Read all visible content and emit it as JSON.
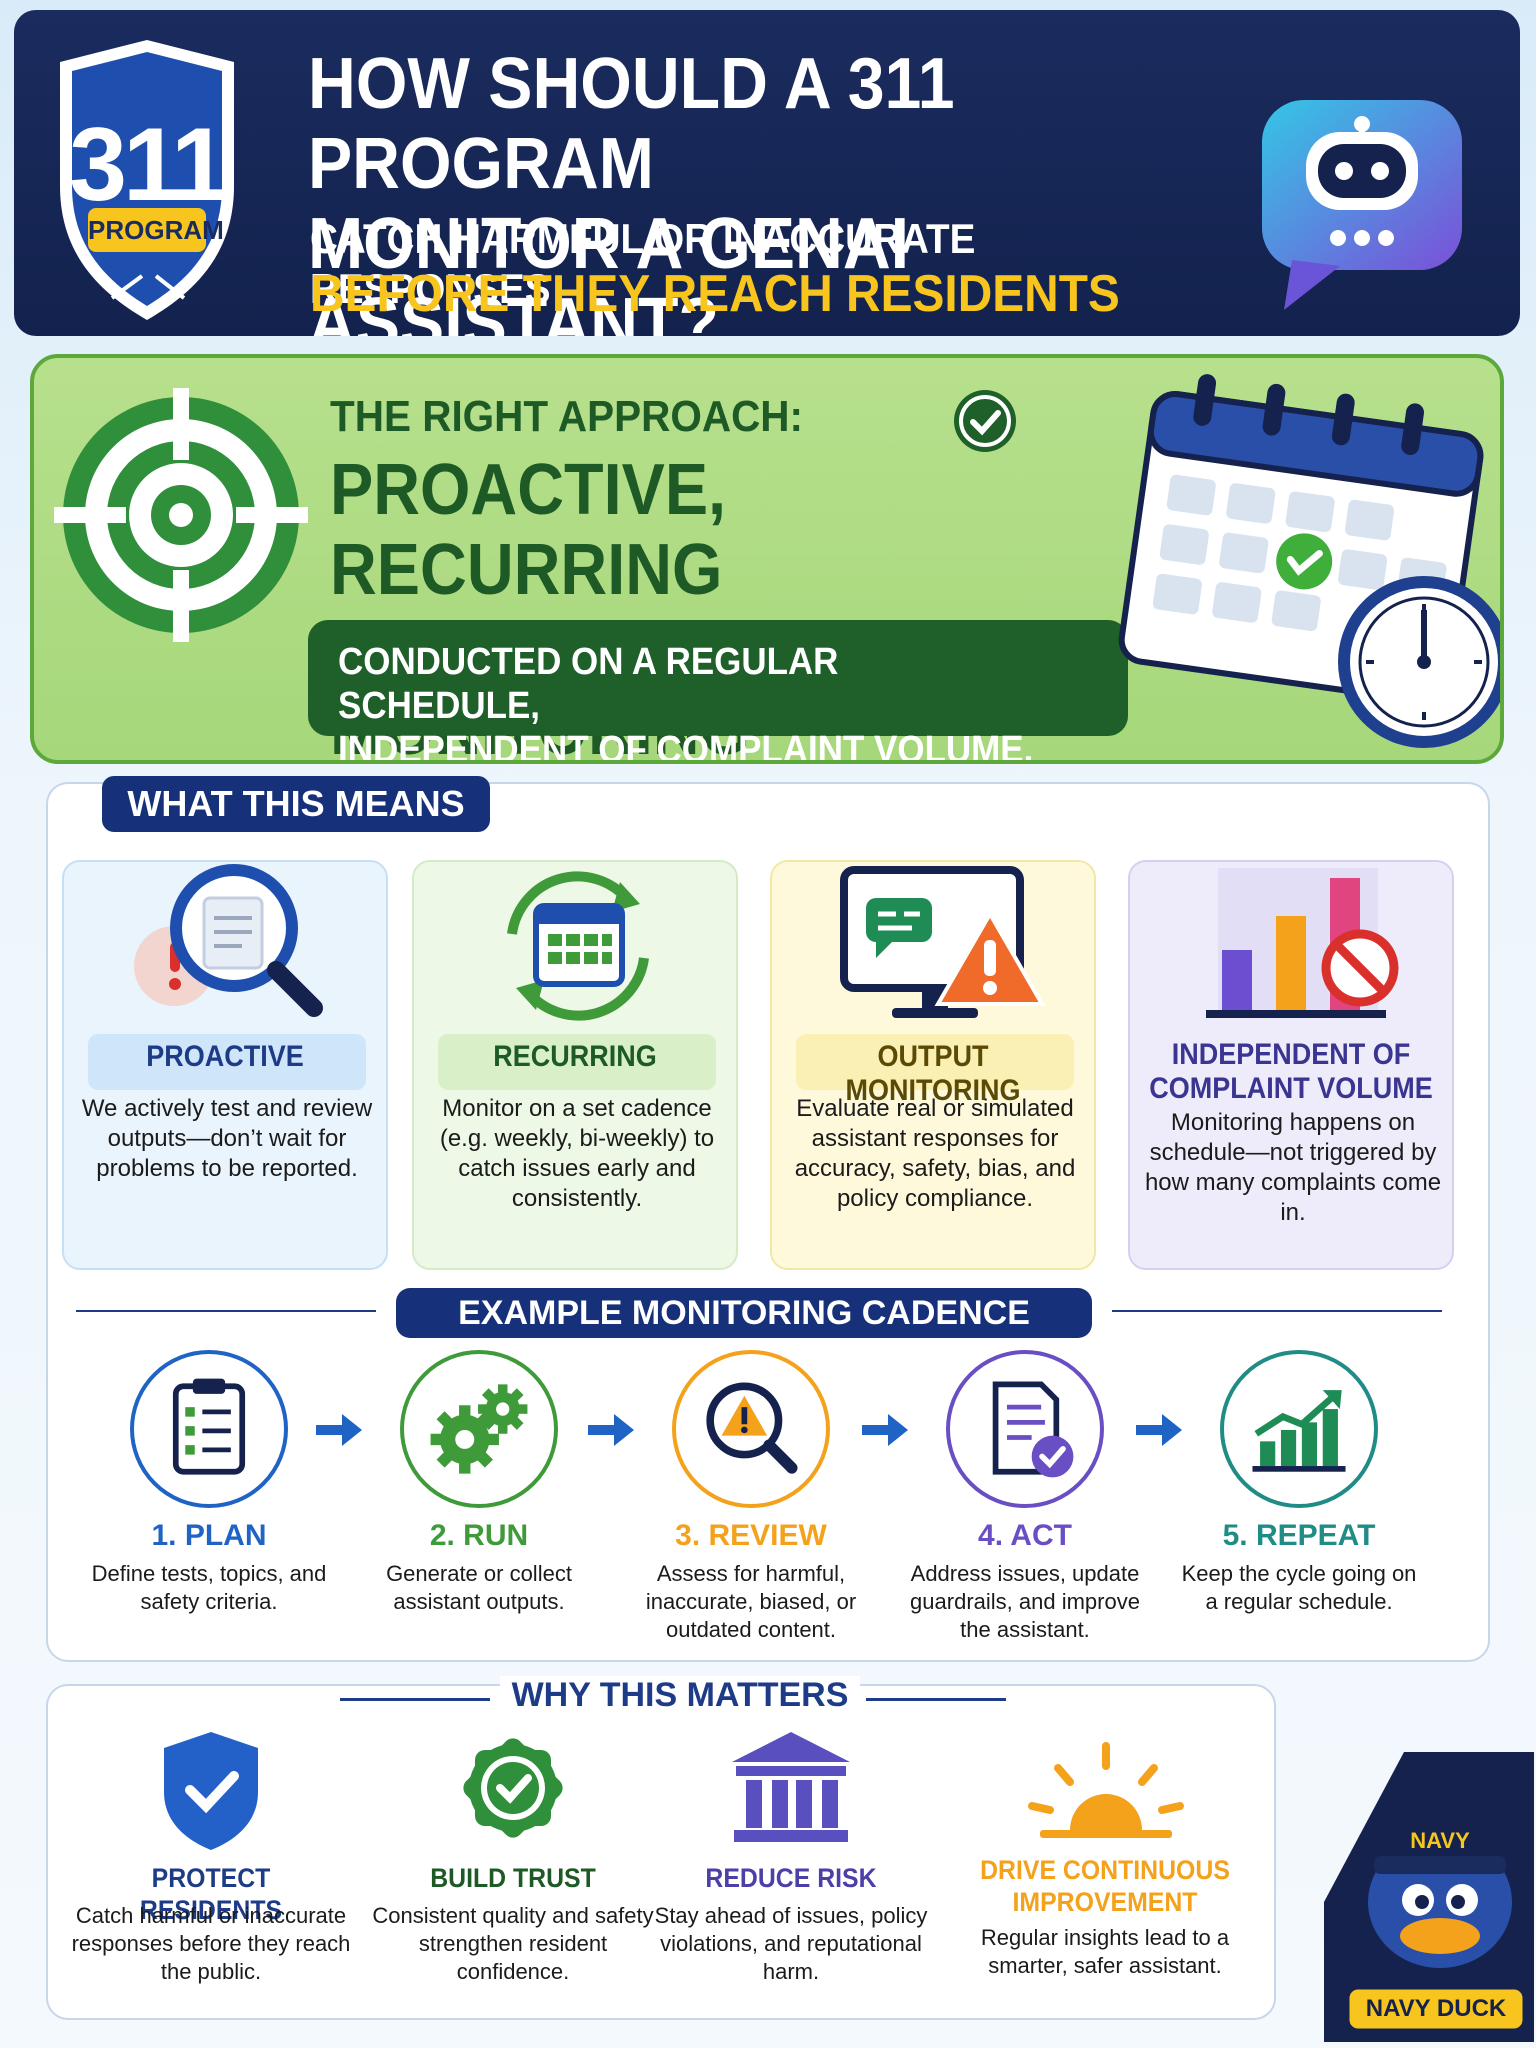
{
  "header": {
    "badge_number": "311",
    "badge_tag": "PROGRAM",
    "title_line1": "HOW SHOULD A 311 PROGRAM",
    "title_line2": "MONITOR A GENAI ASSISTANT?",
    "subtitle": "CATCH HARMFUL OR INACCURATE RESPONSES",
    "subtitle_highlight": "BEFORE THEY REACH RESIDENTS"
  },
  "approach": {
    "label": "THE RIGHT APPROACH:",
    "title_line1": "PROACTIVE, RECURRING",
    "title_line2": "OUTPUT MONITORING",
    "note_line1": "CONDUCTED ON A REGULAR SCHEDULE,",
    "note_line2": "INDEPENDENT OF COMPLAINT VOLUME."
  },
  "means": {
    "heading": "WHAT THIS MEANS",
    "cards": [
      {
        "title": "PROACTIVE",
        "text": "We actively test and review outputs—don’t wait for problems to be reported.",
        "icon": "magnifier-document-icon"
      },
      {
        "title": "RECURRING",
        "text": "Monitor on a set cadence (e.g. weekly, bi-weekly) to catch issues early and consistently.",
        "icon": "calendar-cycle-icon"
      },
      {
        "title": "OUTPUT MONITORING",
        "text": "Evaluate real or simulated assistant responses for accuracy, safety, bias, and policy compliance.",
        "icon": "monitor-warning-icon"
      },
      {
        "title": "INDEPENDENT OF COMPLAINT VOLUME",
        "text": "Monitoring happens on schedule—not triggered by how many complaints come in.",
        "icon": "bar-chart-no-icon"
      }
    ]
  },
  "cadence": {
    "heading": "EXAMPLE MONITORING CADENCE",
    "steps": [
      {
        "title": "1. PLAN",
        "text": "Define tests, topics, and safety criteria.",
        "color": "#1f63c4"
      },
      {
        "title": "2. RUN",
        "text": "Generate or collect assistant outputs.",
        "color": "#3f9a3a"
      },
      {
        "title": "3. REVIEW",
        "text": "Assess for harmful, inaccurate, biased, or outdated content.",
        "color": "#f4a11c"
      },
      {
        "title": "4. ACT",
        "text": "Address issues, update guardrails, and improve the assistant.",
        "color": "#6a4fc4"
      },
      {
        "title": "5. REPEAT",
        "text": "Keep the cycle going on a regular schedule.",
        "color": "#1f8c86"
      }
    ]
  },
  "why": {
    "heading": "WHY THIS MATTERS",
    "items": [
      {
        "title": "PROTECT RESIDENTS",
        "text": "Catch harmful or inaccurate responses before they reach the public.",
        "color": "#1d3b86"
      },
      {
        "title": "BUILD TRUST",
        "text": "Consistent quality and safety strengthen resident confidence.",
        "color": "#1d5a25"
      },
      {
        "title": "REDUCE RISK",
        "text": "Stay ahead of issues, policy violations, and reputational harm.",
        "color": "#4b3fa8"
      },
      {
        "title": "DRIVE CONTINUOUS IMPROVEMENT",
        "text": "Regular insights lead to a smarter, safer assistant.",
        "color": "#f4a11c"
      }
    ]
  },
  "mascot": {
    "cap_text": "NAVY",
    "banner_text": "NAVY DUCK"
  }
}
